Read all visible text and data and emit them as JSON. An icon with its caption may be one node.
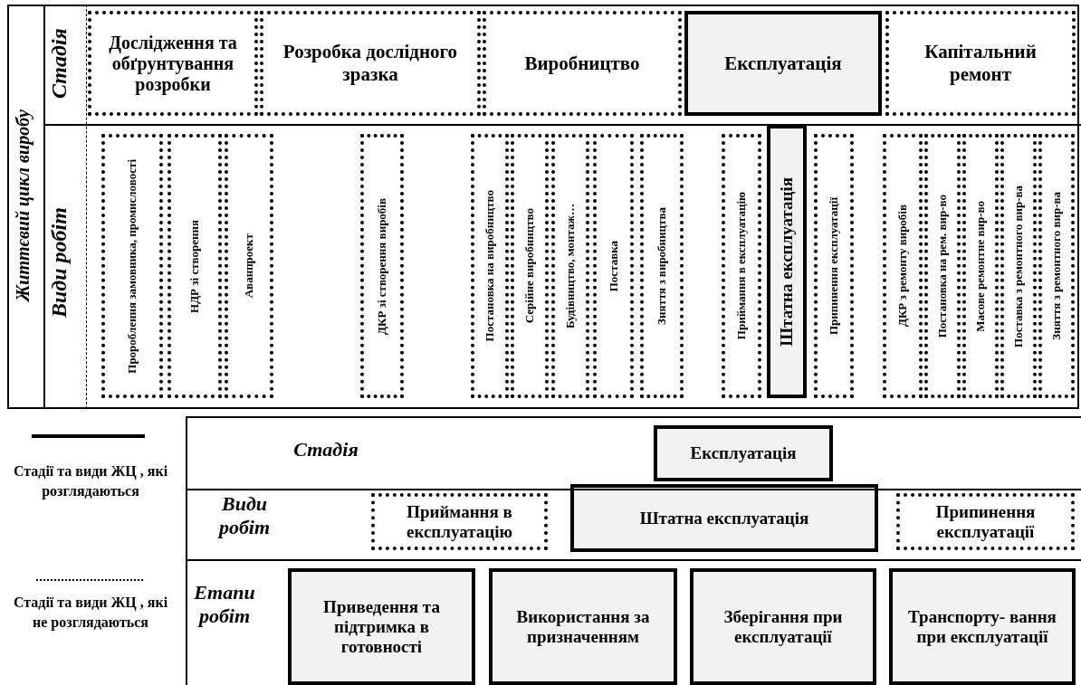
{
  "diagram": {
    "nodes": [
      {
        "text": [
          "Життєвий цикл виробу"
        ]
      },
      {
        "text": [
          "Дослідження та обґрунтування розробки"
        ],
        "in": 0
      },
      {
        "text": [
          "Розробка дослідного зразка"
        ],
        "in": 0
      },
      {
        "text": [
          "Виробництво"
        ],
        "in": 0
      },
      {
        "text": [
          "Експлуатація"
        ],
        "in": 0
      },
      {
        "text": [
          "Капітальний ремонт"
        ],
        "in": 0
      },
      {
        "text": [
          "Пророблення замовника, промисловості"
        ],
        "in": 0
      },
      {
        "text": [
          "НДР зі створення"
        ],
        "in": 0
      },
      {
        "text": [
          "Аванпроект"
        ],
        "in": 0
      },
      {
        "text": [
          "ДКР зі створення виробів"
        ],
        "in": 0
      },
      {
        "text": [
          "Постановка на виробництво"
        ],
        "in": 0
      },
      {
        "text": [
          "Серійне виробництво"
        ],
        "in": 0
      },
      {
        "text": [
          "Будівництво, монтаж…"
        ],
        "in": 0
      },
      {
        "text": [
          "Поставка"
        ],
        "in": 0
      },
      {
        "text": [
          "Зняття з виробництва"
        ],
        "in": 0
      },
      {
        "text": [
          "Приймання в експлуатацію"
        ],
        "in": 0
      },
      {
        "text": [
          "Штатна експлуатація"
        ],
        "in": 0
      },
      {
        "text": [
          "Припинення експлуатації"
        ],
        "in": 0
      },
      {
        "text": [
          "ДКР з ремонту виробів"
        ],
        "in": 0
      },
      {
        "text": [
          "Постановка на рем. вир-во"
        ],
        "in": 0
      },
      {
        "text": [
          "Масове ремонтне вир-во"
        ],
        "in": 0
      },
      {
        "text": [
          "Поставка з ремонтного вир-ва"
        ],
        "in": 0
      },
      {
        "text": [
          "Зняття з ремонтного вир-ва"
        ],
        "in": 0
      },
      {
        "text": [
          "Експлуатація"
        ]
      },
      {
        "text": [
          "Приймання в експлуатацію"
        ]
      },
      {
        "text": [
          "Штатна експлуатація"
        ]
      },
      {
        "text": [
          "Припинення експлуатації"
        ]
      },
      {
        "text": [
          "Приведення та підтримка в готовності"
        ]
      },
      {
        "text": [
          "Використання за призначенням"
        ]
      },
      {
        "text": [
          "Зберігання при експлуатації"
        ]
      },
      {
        "text": [
          "Транспорту- вання при експлуатації"
        ]
      }
    ],
    "edges": [],
    "labels": [
      "Стадія",
      "Види робіт",
      "Стадія",
      "Види робіт",
      "Етапи робіт"
    ],
    "legend": [
      {
        "text": "Стадії та види ЖЦ , які розглядаються"
      },
      {
        "text": "Стадії та види ЖЦ , які не розглядаються"
      }
    ]
  }
}
